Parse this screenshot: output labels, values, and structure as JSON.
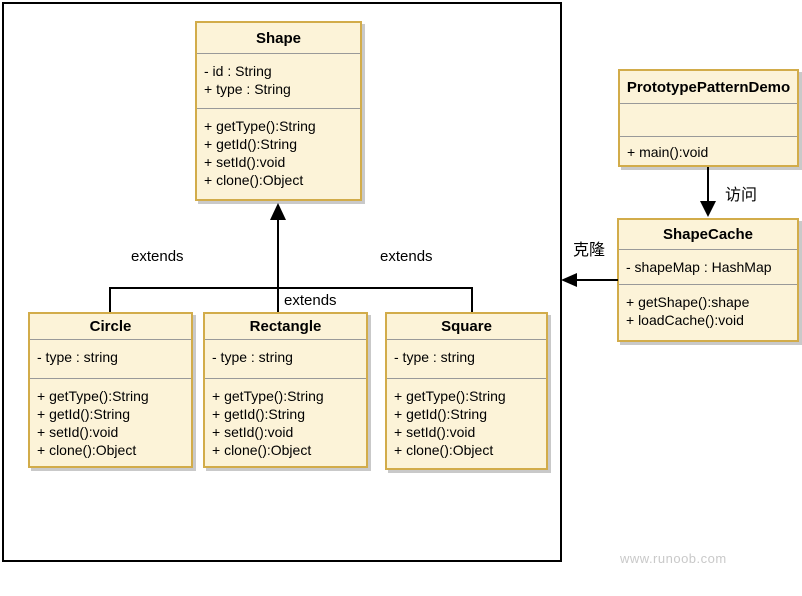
{
  "diagram": {
    "classes": {
      "shape": {
        "title": "Shape",
        "attributes": [
          "- id : String",
          "+ type : String"
        ],
        "methods": [
          "+ getType():String",
          "+ getId():String",
          "+ setId():void",
          "+ clone():Object"
        ]
      },
      "circle": {
        "title": "Circle",
        "attributes": [
          "- type : string"
        ],
        "methods": [
          "+ getType():String",
          "+ getId():String",
          "+ setId():void",
          "+ clone():Object"
        ]
      },
      "rectangle": {
        "title": "Rectangle",
        "attributes": [
          "- type : string"
        ],
        "methods": [
          "+ getType():String",
          "+ getId():String",
          "+ setId():void",
          "+ clone():Object"
        ]
      },
      "square": {
        "title": "Square",
        "attributes": [
          "- type : string"
        ],
        "methods": [
          "+ getType():String",
          "+ getId():String",
          "+ setId():void",
          "+ clone():Object"
        ]
      },
      "prototype_pattern_demo": {
        "title": "PrototypePatternDemo",
        "attributes": [],
        "methods": [
          "+ main():void"
        ]
      },
      "shape_cache": {
        "title": "ShapeCache",
        "attributes": [
          "- shapeMap : HashMap"
        ],
        "methods": [
          "+ getShape():shape",
          "+ loadCache():void"
        ]
      }
    },
    "edge_labels": {
      "extends_left": "extends",
      "extends_middle": "extends",
      "extends_right": "extends",
      "access": "访问",
      "clone": "克隆"
    },
    "watermark": "www.runoob.com",
    "colors": {
      "class_fill": "#FCF3D8",
      "class_border": "#D2AC4A",
      "separator": "#999999",
      "line": "#000000",
      "watermark_text": "#C9C9C9"
    }
  }
}
